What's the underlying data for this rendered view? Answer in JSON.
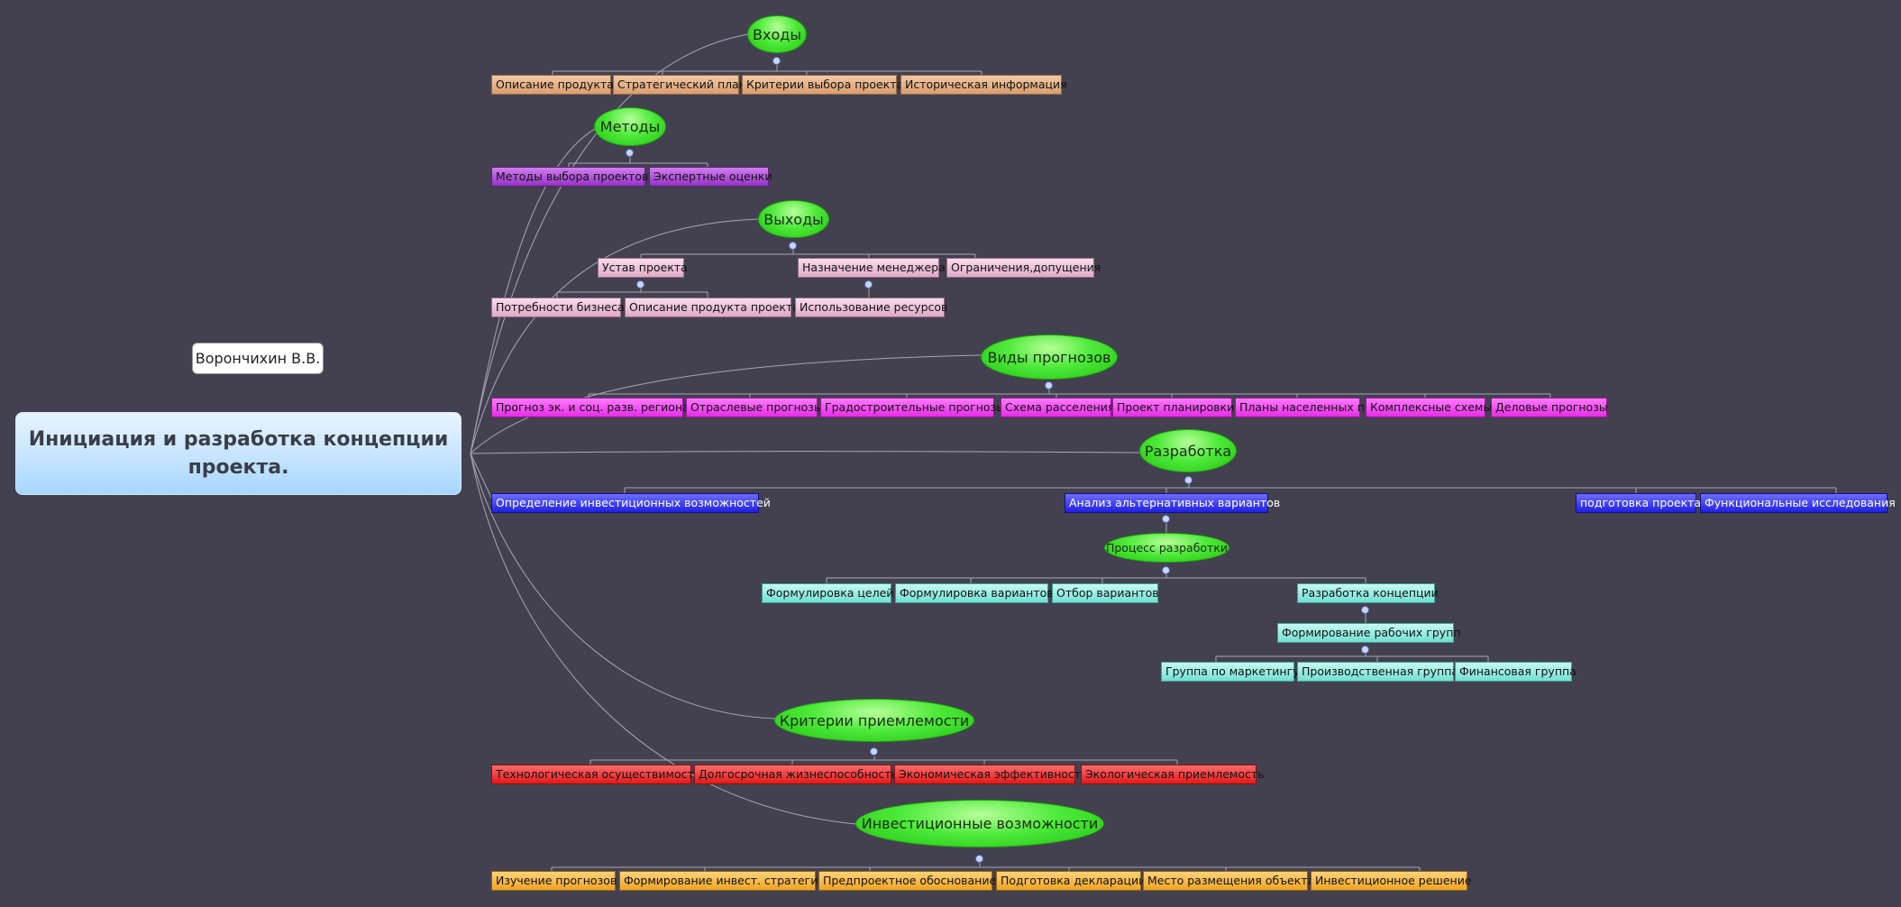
{
  "center": {
    "title": "Инициация и разработка концепции проекта."
  },
  "author": "Ворончихин В.В.",
  "inputs": {
    "label": "Входы",
    "items": [
      "Описание продукта",
      "Стратегический план",
      "Критерии выбора проекта",
      "Историческая информация"
    ]
  },
  "methods": {
    "label": "Методы",
    "items": [
      "Методы выбора проектов",
      "Экспертные оценки"
    ]
  },
  "outputs": {
    "label": "Выходы",
    "items": [
      "Устав проекта",
      "Назначение менеджера",
      "Ограничения,допущения"
    ],
    "charter_items": [
      "Потребности бизнеса",
      "Описание продукта проекта"
    ],
    "manager_items": [
      "Использование ресурсов"
    ]
  },
  "forecasts": {
    "label": "Виды прогнозов",
    "items": [
      "Прогноз эк. и соц. разв. региона",
      "Отраслевые прогнозы",
      "Градостроительные прогнозы",
      "Схема расселения",
      "Проект планировки",
      "Планы населенных п.",
      "Комплексные схемы",
      "Деловые прогнозы"
    ]
  },
  "development": {
    "label": "Разработка",
    "items": [
      "Определение инвестиционных возможностей",
      "Анализ альтернативных вариантов",
      "подготовка проекта",
      "Функциональные исследования"
    ],
    "process": {
      "label": "Процесс разработки",
      "items": [
        "Формулировка целей",
        "Формулировка вариантов",
        "Отбор вариантов",
        "Разработка концепции"
      ],
      "concept": {
        "label": "Формирование рабочих групп",
        "groups": [
          "Группа по маркетингу",
          "Производственная группа",
          "Финансовая группа"
        ]
      }
    }
  },
  "criteria": {
    "label": "Критерии приемлемости",
    "items": [
      "Технологическая осуществимость",
      "Долгосрочная жизнеспособность",
      "Экономическая эффективность",
      "Экологическая приемлемость"
    ]
  },
  "investment": {
    "label": "Инвестиционные возможности",
    "items": [
      "Изучение прогнозов",
      "Формирование инвест. стратегии",
      "Предпроектное обоснование",
      "Подготовка декларации",
      "Место размещения объекта",
      "Инвестиционное решение"
    ]
  },
  "colors": {
    "background": "#43414f",
    "ellipse": "#3ee02a",
    "inputs": "#e8b48a",
    "methods": "#b04ed8",
    "outputs": "#ecc2d8",
    "forecasts": "#f24cf2",
    "development": "#3a3af2",
    "process": "#9cefe4",
    "criteria": "#f03a3a",
    "investment": "#f8bb4a"
  }
}
